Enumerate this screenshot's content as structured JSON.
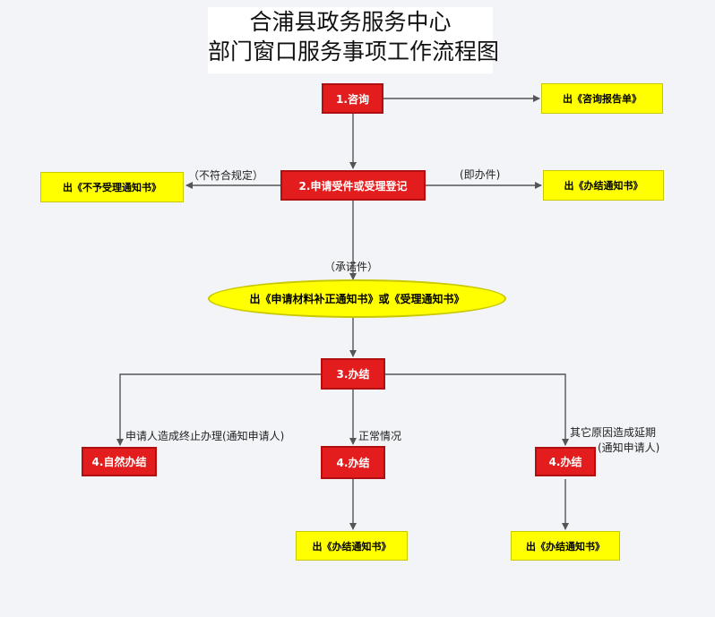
{
  "title": {
    "line1": "合浦县政务服务中心",
    "line2": "部门窗口服务事项工作流程图"
  },
  "nodes": {
    "consult": "1.咨询",
    "consult_out": "出《咨询报告单》",
    "apply": "2.申请受件或受理登记",
    "reject_out": "出《不予受理通知书》",
    "immediate_out": "出《办结通知书》",
    "notice": "出《申请材料补正通知书》或《受理通知书》",
    "finish": "3.办结",
    "natural_finish": "4.自然办结",
    "normal_finish": "4.办结",
    "delay_finish": "4.办结",
    "normal_out": "出《办结通知书》",
    "delay_out": "出《办结通知书》"
  },
  "labels": {
    "not_compliant": "（不符合规定）",
    "immediate": "(即办件)",
    "promised": "（承诺件）",
    "applicant_terminate": "申请人造成终止办理(通知申请人)",
    "normal": "正常情况",
    "delay_line1": "其它原因造成延期",
    "delay_line2": "(通知申请人)"
  },
  "colors": {
    "process_box": "#e31d1d",
    "output_box": "#ffff00",
    "arrow": "#555555"
  }
}
